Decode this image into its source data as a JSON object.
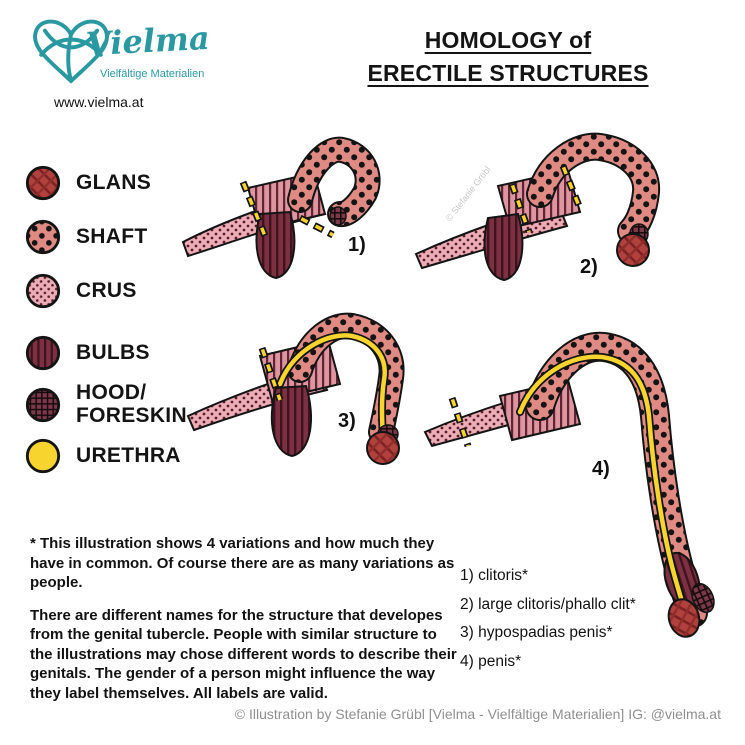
{
  "brand": {
    "name": "Vielma",
    "tagline": "Vielfältige Materialien",
    "website": "www.vielma.at",
    "color": "#2a98a0"
  },
  "title": {
    "line1": "HOMOLOGY of",
    "line2": "ERECTILE STRUCTURES"
  },
  "legend": {
    "items": [
      {
        "label": "GLANS",
        "pattern": "crosshatch-weave",
        "color": "#b0413d"
      },
      {
        "label": "SHAFT",
        "pattern": "polka-dots",
        "color": "#e08a84"
      },
      {
        "label": "CRUS",
        "pattern": "fine-dots",
        "color": "#edadb6"
      },
      {
        "label": "BULBS",
        "pattern": "vertical-stripes",
        "color": "#7c3143"
      },
      {
        "label": "HOOD/ FORESKIN",
        "pattern": "grid",
        "color": "#7a3a49"
      },
      {
        "label": "URETHRA",
        "pattern": "solid",
        "color": "#f7d42e"
      }
    ]
  },
  "figures": [
    {
      "label": "1)"
    },
    {
      "label": "2)"
    },
    {
      "label": "3)"
    },
    {
      "label": "4)"
    }
  ],
  "notes": {
    "p1": "* This illustration shows 4 variations and how much they have in common. Of course there are as many variations as people.",
    "p2": "There are different names for the structure that developes from the genital tubercle. People with similar structure to the illustrations may chose different words to describe their genitals. The gender of a person might influence the way they label themselves. All labels are valid."
  },
  "variants": [
    "1) clitoris*",
    "2) large clitoris/phallo clit*",
    "3) hypospadias penis*",
    "4) penis*"
  ],
  "watermark": "© Stefanie Grübl",
  "credit": "© Illustration by Stefanie Grübl [Vielma - Vielfältige Materialien] IG: @vielma.at"
}
